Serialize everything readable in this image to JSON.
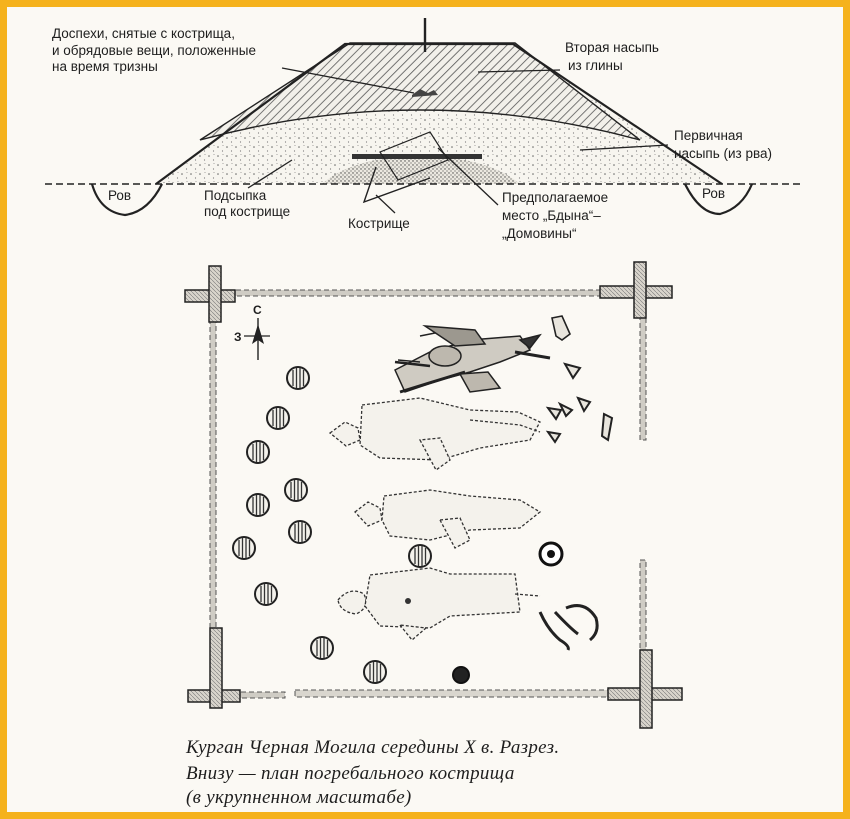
{
  "section_labels": {
    "armor": [
      "Доспехи, снятые с кострища,",
      "и обрядовые вещи, положенные",
      "на время тризны"
    ],
    "second_mound": [
      "Вторая насыпь",
      "из глины"
    ],
    "primary_mound": [
      "Первичная",
      "насыпь  (из рва)"
    ],
    "ditch_left": "Ров",
    "ditch_right": "Ров",
    "bedding": [
      "Подсыпка",
      "под кострище"
    ],
    "pyre": "Кострище",
    "bdyn": [
      "Предполагаемое",
      "место „Бдына“–",
      "„Домовины“"
    ]
  },
  "compass": {
    "north": "С",
    "west": "З"
  },
  "caption": [
    "Курган Черная Могила середины X в. Разрез.",
    "Внизу — план погребального кострища",
    "(в укрупненном масштабе)"
  ],
  "colors": {
    "frame": "#f5b21c",
    "ink": "#1e1e1e",
    "paper": "#fbf9f4"
  }
}
